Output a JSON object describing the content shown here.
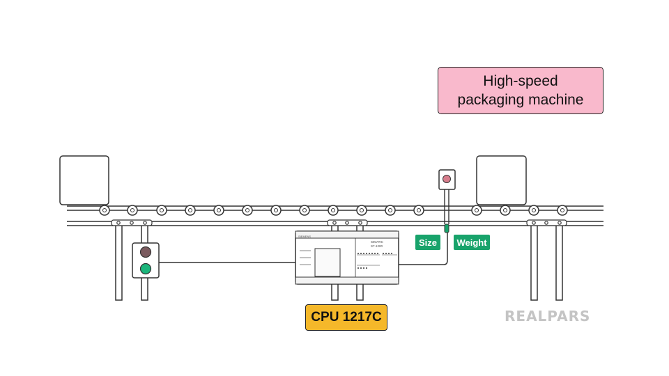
{
  "title_label": "High-speed\npackaging machine",
  "cpu_label": "CPU 1217C",
  "sensor_tags": {
    "size": "Size",
    "weight": "Weight"
  },
  "plc": {
    "brand": "SIEMENS",
    "model": "SIMATIC\nS7-1200"
  },
  "logo": {
    "text": "REALPARS"
  },
  "traffic_light": {
    "top_lamp": "off",
    "bottom_lamp": "on"
  },
  "colors": {
    "title_bg": "#f9b9cc",
    "cpu_bg": "#f5b82a",
    "tag_bg": "#18a36b",
    "lamp_on": "#1bb57b",
    "lamp_off": "#7a5a5e",
    "sensor_lamp": "#d77d8c",
    "logo": "#c4c4c4",
    "line": "#333333"
  }
}
